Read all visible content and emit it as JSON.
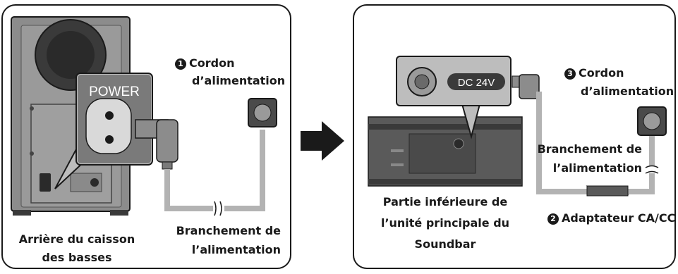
{
  "left_panel": {
    "power_label": "POWER",
    "cord_number": "1",
    "cord_line1": "Cordon",
    "cord_line2": "d’alimentation",
    "branch_line1": "Branchement de",
    "branch_line2": "l’alimentation",
    "subwoofer_line1": "Arrière du caisson",
    "subwoofer_line2": "des basses"
  },
  "right_panel": {
    "dc_label": "DC 24V",
    "cord_number": "3",
    "cord_line1": "Cordon",
    "cord_line2": "d’alimentation",
    "branch_line1": "Branchement de",
    "branch_line2": "l’alimentation",
    "adapter_number": "2",
    "adapter_label": "Adaptateur CA/CC",
    "soundbar_line1": "Partie inférieure de",
    "soundbar_line2": "l’unité principale du",
    "soundbar_line3": "Soundbar"
  },
  "colors": {
    "outline": "#1a1a1a",
    "device_gray": "#8c8c8c",
    "device_dark": "#3a3a3a",
    "cable_gray": "#b3b3b3",
    "zoom_bg": "#bdbdbd"
  }
}
